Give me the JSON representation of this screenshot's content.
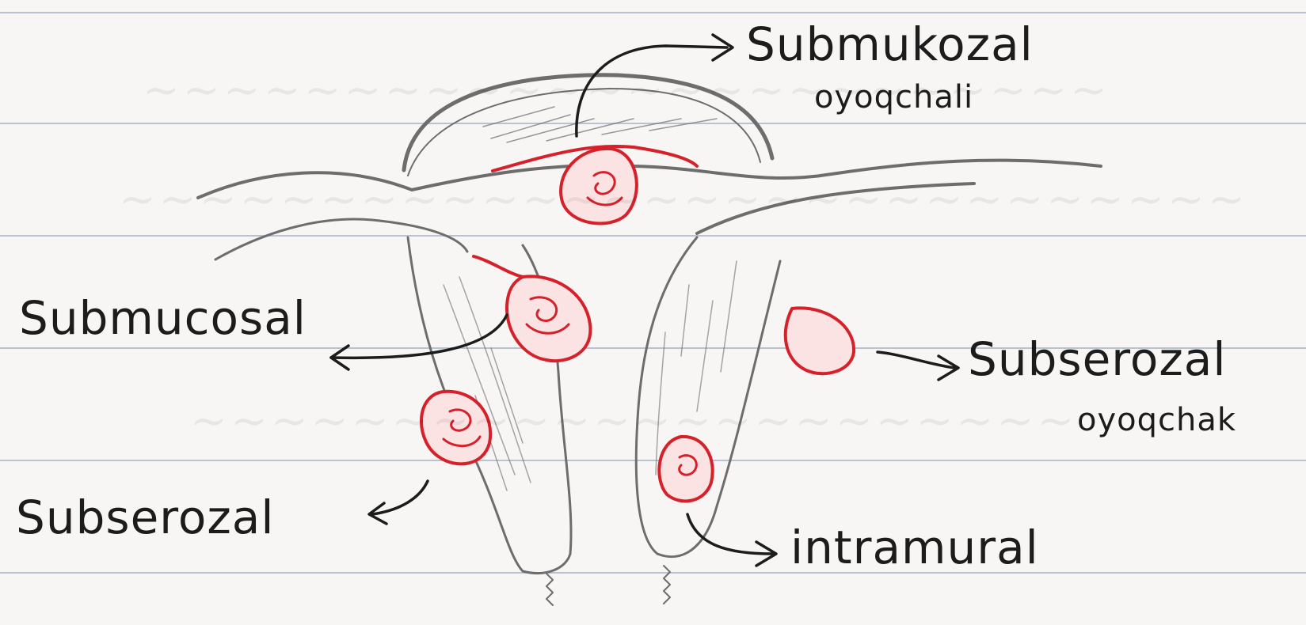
{
  "labels": {
    "submukozal_line1": "Submukozal",
    "submukozal_line2": "oyoqchali",
    "submucosal": "Submucosal",
    "subserozal_right_line1": "Subserozal",
    "subserozal_right_line2": "oyoqchak",
    "subserozal_left": "Subserozal",
    "intramural": "intramural"
  },
  "colors": {
    "paper": "#f7f6f4",
    "rule_line": "#b8c2d0",
    "pencil": "#6d6d6d",
    "pen": "#1c1c1c",
    "red_marker": "#d6202a",
    "nodule_fill": "#fbe3e3"
  }
}
